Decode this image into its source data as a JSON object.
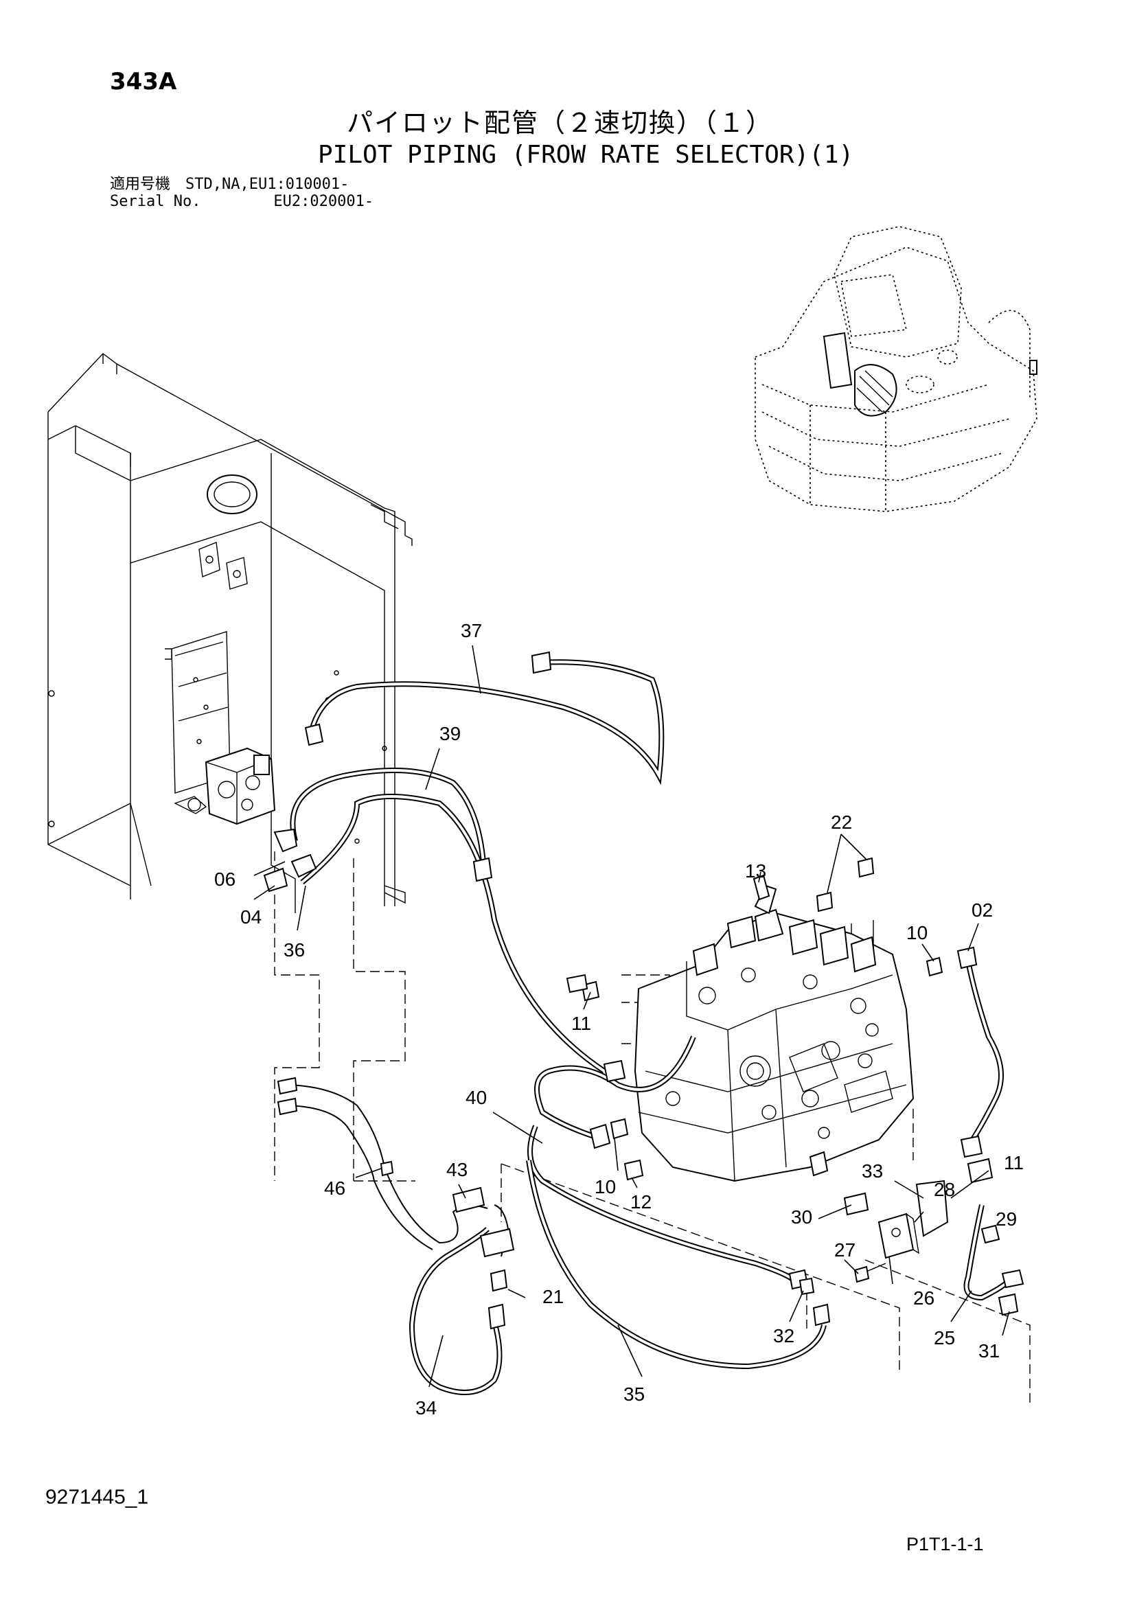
{
  "header": {
    "drawing_code": "343A",
    "title_jp": "パイロット配管（２速切換）（１）",
    "title_en": "PILOT PIPING (FROW RATE SELECTOR)(1)",
    "serial_line1": "適用号機　STD,NA,EU1:010001-",
    "serial_line2": "Serial No.        EU2:020001-"
  },
  "callouts": {
    "c37": "37",
    "c39": "39",
    "c06": "06",
    "c04": "04",
    "c36": "36",
    "c22": "22",
    "c13": "13",
    "c10a": "10",
    "c02": "02",
    "c11a": "11",
    "c40": "40",
    "c10b": "10",
    "c12": "12",
    "c33": "33",
    "c28": "28",
    "c11b": "11",
    "c30": "30",
    "c29": "29",
    "c27": "27",
    "c26": "26",
    "c25": "25",
    "c31": "31",
    "c32": "32",
    "c46": "46",
    "c43": "43",
    "c21": "21",
    "c34": "34",
    "c35": "35"
  },
  "footer": {
    "document_number": "9271445_1",
    "page_reference": "P1T1-1-1"
  }
}
